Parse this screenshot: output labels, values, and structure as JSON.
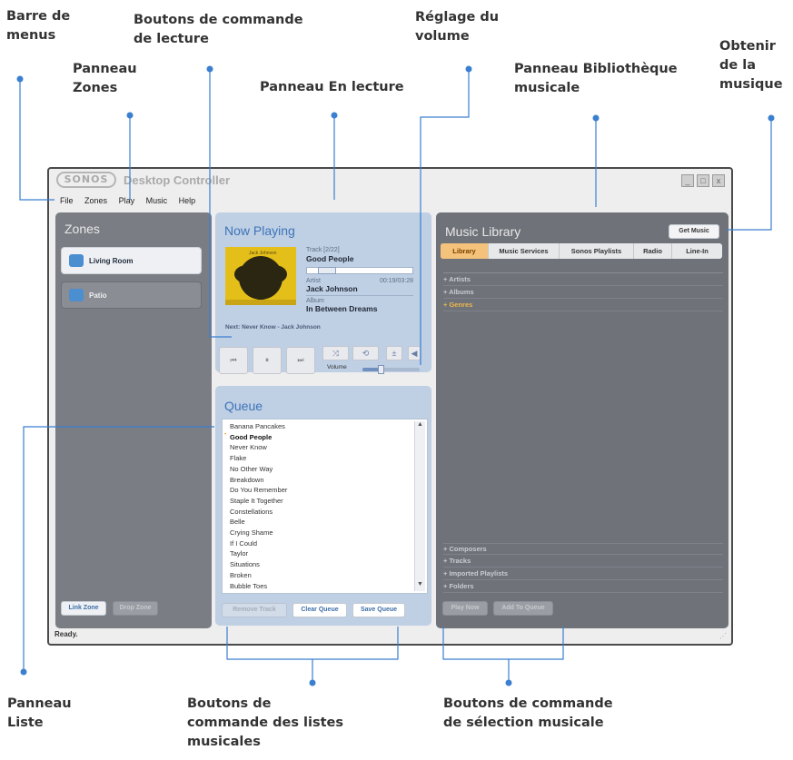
{
  "callouts": {
    "menu_bar": [
      "Barre de",
      "menus"
    ],
    "playback_controls": [
      "Boutons de commande",
      "de lecture"
    ],
    "volume": [
      "Réglage du",
      "volume"
    ],
    "get_music": [
      "Obtenir",
      "de la",
      "musique"
    ],
    "zones_panel": [
      "Panneau",
      "Zones"
    ],
    "now_playing_panel": "Panneau En lecture",
    "library_panel": [
      "Panneau Bibliothèque",
      "musicale"
    ],
    "queue_panel": [
      "Panneau",
      "Liste"
    ],
    "queue_buttons": [
      "Boutons de",
      "commande des listes",
      "musicales"
    ],
    "library_buttons": [
      "Boutons de commande",
      "de sélection musicale"
    ]
  },
  "app": {
    "logo": "SONOS",
    "title": "Desktop Controller",
    "window_buttons": [
      "_",
      "□",
      "x"
    ],
    "menu": [
      "File",
      "Zones",
      "Play",
      "Music",
      "Help"
    ],
    "status": "Ready."
  },
  "zones": {
    "title": "Zones",
    "items": [
      {
        "label": "Living Room",
        "selected": true
      },
      {
        "label": "Patio",
        "selected": false
      }
    ],
    "link_label": "Link Zone",
    "drop_label": "Drop Zone"
  },
  "now_playing": {
    "title": "Now Playing",
    "track_label": "Track [2/22]",
    "track": "Good People",
    "time": "00:19/03:28",
    "progress": 0.12,
    "artist_label": "Artist",
    "artist": "Jack Johnson",
    "album_label": "Album",
    "album": "In Between Dreams",
    "album_art_text": "Jack Johnson",
    "next_label": "Next:",
    "next": "Never Know - Jack Johnson",
    "prev_symbol": "⏮",
    "pause_symbol": "⏸",
    "next_symbol": "⏭",
    "shuffle_symbol": "⤨",
    "repeat_symbol": "⟲",
    "eq_symbol": "±",
    "mute_symbol": "◀",
    "volume_label": "Volume",
    "volume_level": 0.32
  },
  "queue": {
    "title": "Queue",
    "items": [
      "Banana Pancakes",
      "Good People",
      "Never Know",
      "Flake",
      "No Other Way",
      "Breakdown",
      "Do You Remember",
      "Staple It Together",
      "Constellations",
      "Belle",
      "Crying Shame",
      "If I Could",
      "Taylor",
      "Situations",
      "Broken",
      "Bubble Toes"
    ],
    "current_index": 1,
    "remove_label": "Remove Track",
    "clear_label": "Clear Queue",
    "save_label": "Save Queue"
  },
  "library": {
    "title": "Music Library",
    "get_music_label": "Get Music",
    "tabs": [
      "Library",
      "Music Services",
      "Sonos Playlists",
      "Radio",
      "Line-In"
    ],
    "active_tab": 0,
    "top_items": [
      "+ Artists",
      "+ Albums",
      "+ Genres"
    ],
    "highlight_index": 2,
    "bottom_items": [
      "+ Composers",
      "+ Tracks",
      "+ Imported Playlists",
      "+ Folders"
    ],
    "play_now_label": "Play Now",
    "add_queue_label": "Add To Queue"
  },
  "colors": {
    "callout_dot": "#3a7fd0",
    "leader_line": "#3a7fd0",
    "panel_blue": "#bfcfe4",
    "panel_grey": "#7a7d84",
    "accent_orange": "#f4c27a"
  }
}
